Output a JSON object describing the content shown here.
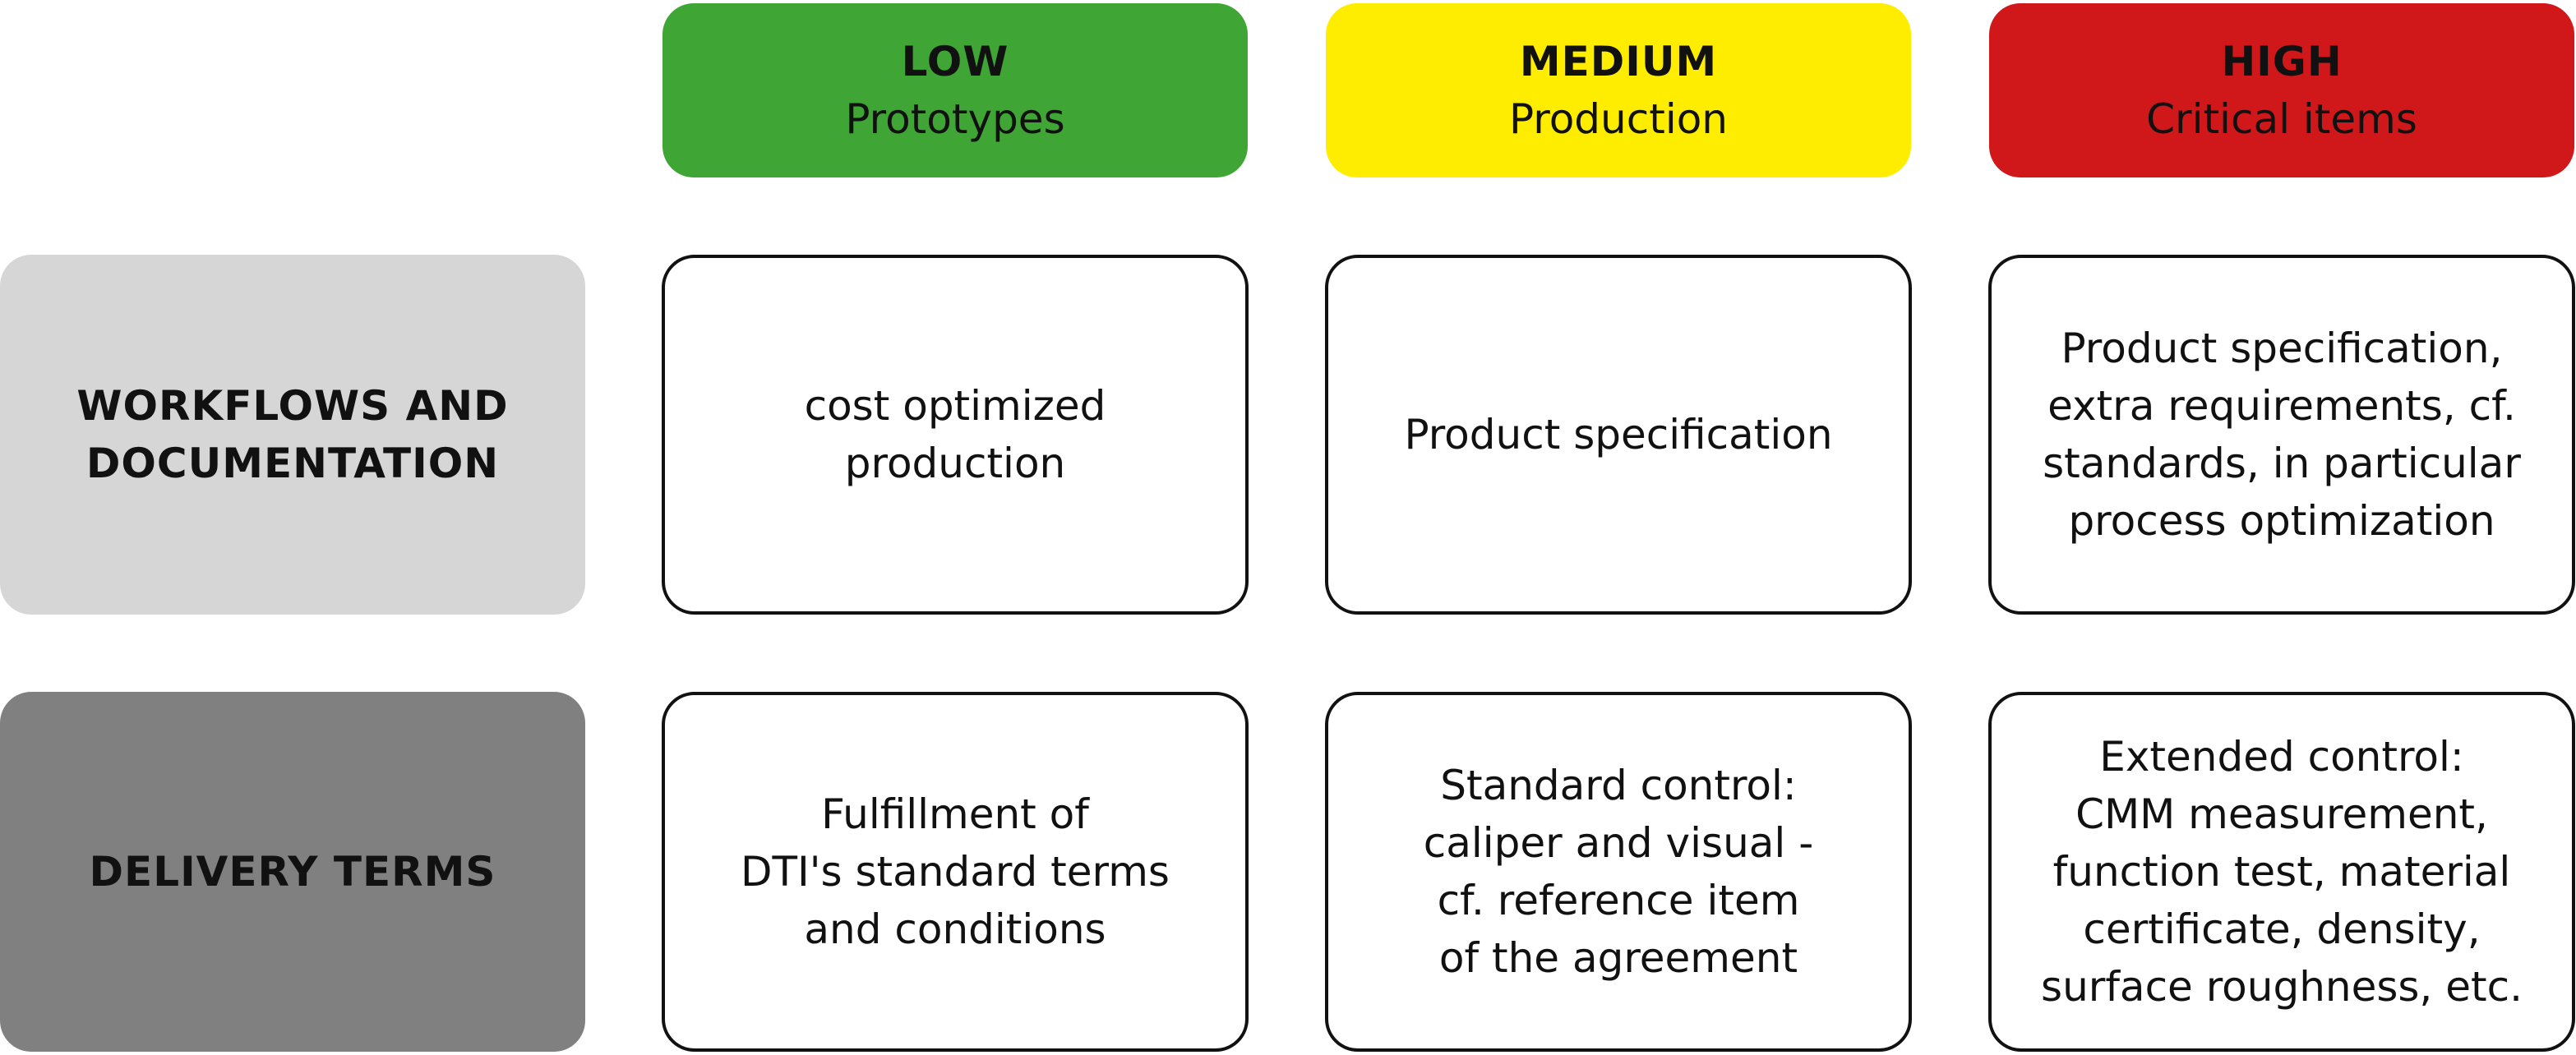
{
  "headers": [
    {
      "title": "LOW",
      "subtitle": "Prototypes",
      "color": "#3fa535"
    },
    {
      "title": "MEDIUM",
      "subtitle": "Production",
      "color": "#ffed00"
    },
    {
      "title": "HIGH",
      "subtitle": "Critical items",
      "color": "#d0181a"
    }
  ],
  "rows": [
    {
      "label_lines": [
        "WORKFLOWS AND",
        "DOCUMENTATION"
      ],
      "color": "#d6d6d6",
      "cells": [
        [
          "cost optimized",
          "production"
        ],
        [
          "Product specification"
        ],
        [
          "Product specification,",
          "extra requirements, cf.",
          "standards, in particular",
          "process optimization"
        ]
      ]
    },
    {
      "label_lines": [
        "DELIVERY TERMS"
      ],
      "color": "#808080",
      "cells": [
        [
          "Fulfillment of",
          "DTI's standard terms",
          "and conditions"
        ],
        [
          "Standard control:",
          "caliper and visual -",
          "cf. reference item",
          "of the agreement"
        ],
        [
          "Extended control:",
          "CMM measurement,",
          "function test, material",
          "certificate, density,",
          "surface roughness, etc."
        ]
      ]
    }
  ]
}
